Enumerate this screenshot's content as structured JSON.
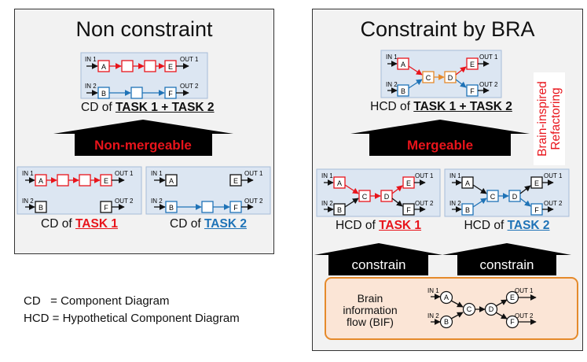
{
  "left_panel": {
    "title": "Non constraint"
  },
  "right_panel": {
    "title": "Constraint by BRA"
  },
  "labels": {
    "in1": "IN 1",
    "in2": "IN 2",
    "out1": "OUT 1",
    "out2": "OUT 2",
    "A": "A",
    "B": "B",
    "C": "C",
    "D": "D",
    "E": "E",
    "F": "F"
  },
  "captions": {
    "cd_combined_prefix": "CD of ",
    "cd_combined_task": "TASK 1 + TASK 2",
    "cd_task1_prefix": "CD of ",
    "cd_task1": "TASK 1",
    "cd_task2_prefix": "CD of ",
    "cd_task2": "TASK 2",
    "hcd_combined_prefix": "HCD of ",
    "hcd_combined_task": "TASK 1 + TASK 2",
    "hcd_task1_prefix": "HCD of ",
    "hcd_task1": "TASK 1",
    "hcd_task2_prefix": "HCD of ",
    "hcd_task2": "TASK 2"
  },
  "arrows": {
    "non_mergeable": "Non-mergeable",
    "mergeable": "Mergeable",
    "constrain_left": "constrain",
    "constrain_right": "constrain"
  },
  "refactoring_label": "Brain-inspired\nRefactoring",
  "bif_label": "Brain\ninformation\nflow (BIF)",
  "legend": {
    "cd_line": "CD   = Component Diagram",
    "hcd_line": "HCD = Hypothetical Component Diagram"
  },
  "colors": {
    "red": "#e8141b",
    "blue": "#1f73b7",
    "orange": "#e58a2b",
    "diagram_bg": "#dce6f2",
    "panel_bg": "#f2f2f2",
    "bif_bg": "#fbe5d6"
  }
}
